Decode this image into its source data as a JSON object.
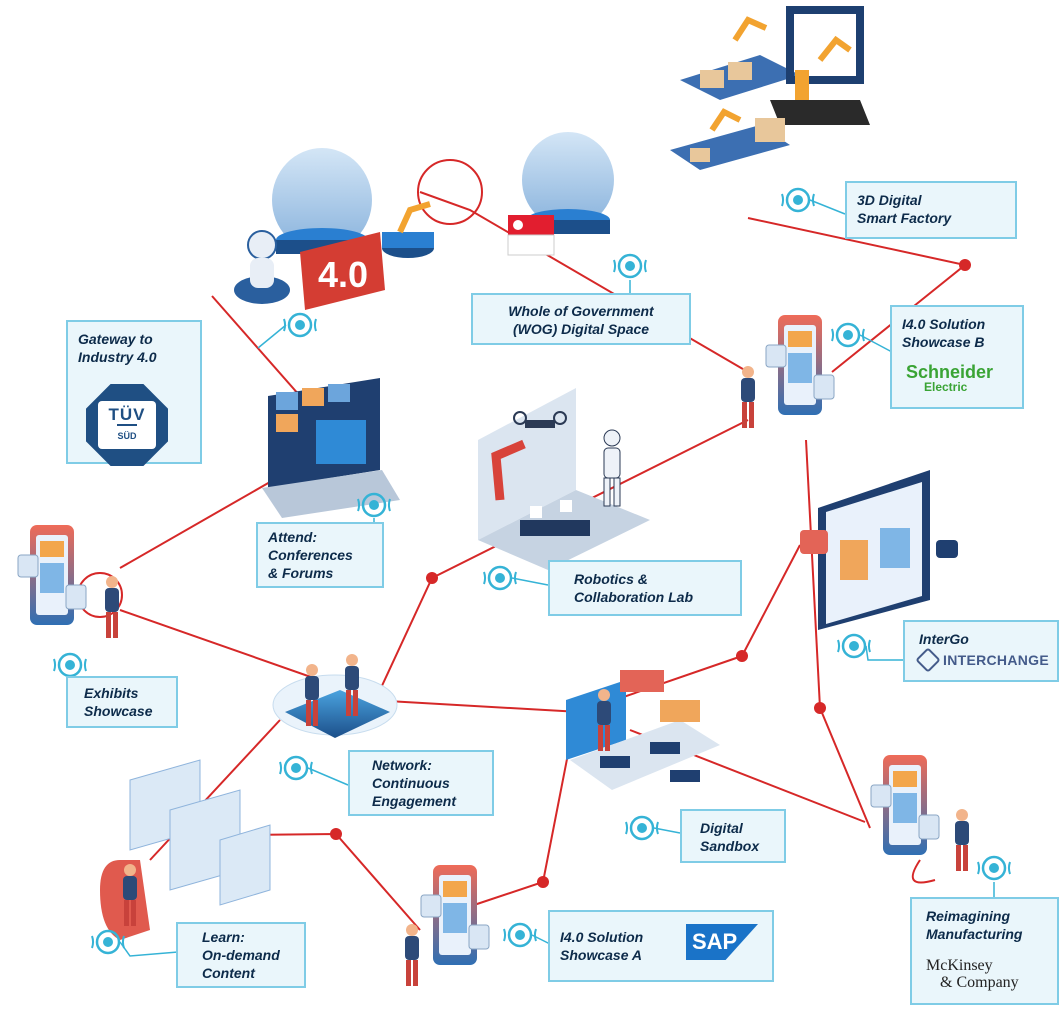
{
  "colors": {
    "connector": "#d62828",
    "node": "#d62828",
    "label_fill": "#eaf6fb",
    "label_border": "#7fcce6",
    "text": "#0d2b4a",
    "pin": "#35b3d6"
  },
  "nodes": {
    "gateway": {
      "lines": [
        "Gateway to",
        "Industry 4.0"
      ],
      "logo": "TÜV SÜD",
      "logo_text": [
        "TÜV",
        "SÜD"
      ]
    },
    "wog": {
      "lines": [
        "Whole of Government",
        "(WOG) Digital Space"
      ]
    },
    "factory3d": {
      "lines": [
        "3D Digital",
        "Smart Factory"
      ]
    },
    "showcase_b": {
      "lines": [
        "I4.0 Solution",
        "Showcase B"
      ],
      "logo": "Schneider Electric",
      "logo_text": [
        "Schneider",
        "Electric"
      ]
    },
    "attend": {
      "lines": [
        "Attend:",
        "Conferences",
        "& Forums"
      ]
    },
    "robotics": {
      "lines": [
        "Robotics &",
        "Collaboration Lab"
      ]
    },
    "intergo": {
      "lines": [
        "InterGo"
      ],
      "logo": "INTERCHANGE"
    },
    "exhibits": {
      "lines": [
        "Exhibits",
        "Showcase"
      ]
    },
    "network": {
      "lines": [
        "Network:",
        "Continuous",
        "Engagement"
      ]
    },
    "sandbox": {
      "lines": [
        "Digital",
        "Sandbox"
      ]
    },
    "learn": {
      "lines": [
        "Learn:",
        "On-demand",
        "Content"
      ]
    },
    "showcase_a": {
      "lines": [
        "I4.0 Solution",
        "Showcase A"
      ],
      "logo": "SAP"
    },
    "reimagining": {
      "lines": [
        "Reimagining",
        "Manufacturing"
      ],
      "logo": "McKinsey & Company",
      "logo_text": [
        "McKinsey",
        "& Company"
      ]
    }
  },
  "illustration_text": {
    "industry_sign": "4.0"
  },
  "icons": [
    "vr-headset-pin-icon",
    "robot-arm-icon",
    "mobile-phone-icon",
    "laptop-video-call-icon",
    "drone-icon",
    "humanoid-robot-icon",
    "hologram-dome-icon",
    "singapore-flag-icon",
    "person-icon"
  ]
}
